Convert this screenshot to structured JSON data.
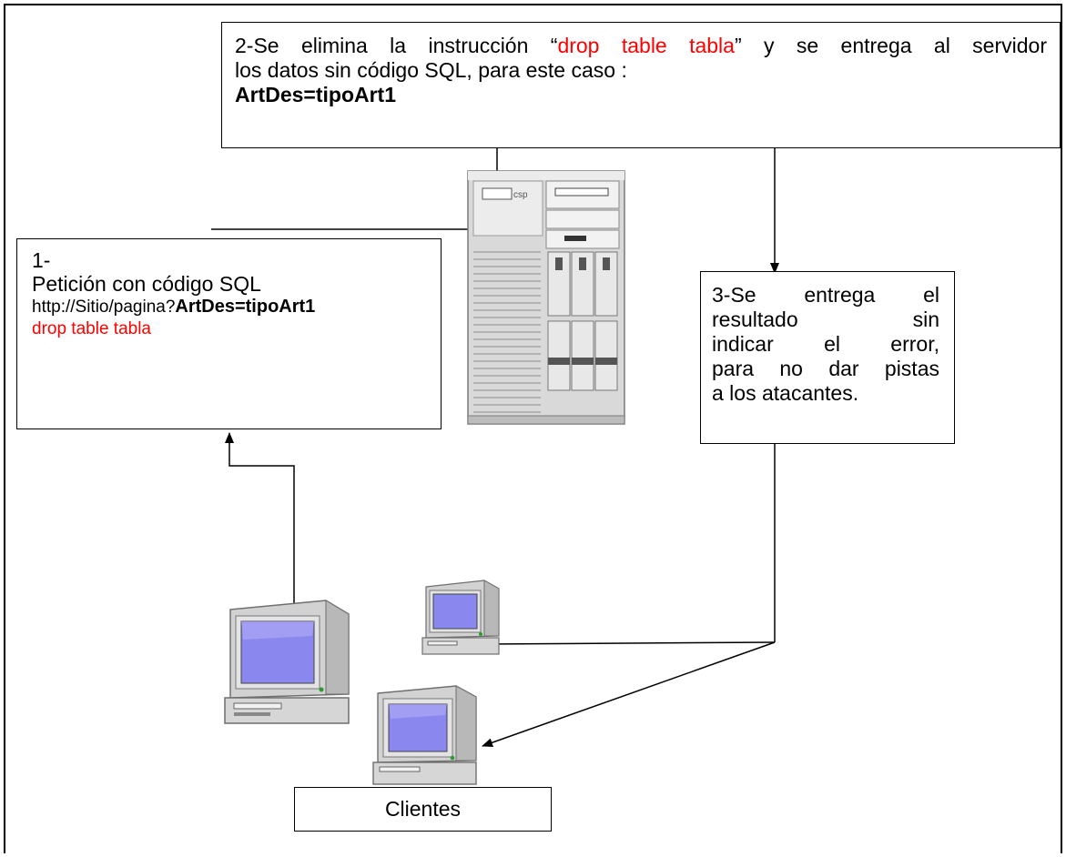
{
  "step2": {
    "line1_a": "2-Se elimina la instrucción “",
    "line1_red": "drop table tabla",
    "line1_b": "” y se entrega al servidor",
    "line2": "los datos sin código SQL, para este caso :",
    "line3_bold": "ArtDes=tipoArt1"
  },
  "step1": {
    "number": "1-",
    "title": "Petición con código SQL",
    "url_prefix": "http://Sitio/pagina?",
    "url_bold": "ArtDes=tipoArt1",
    "injection_red": "drop table tabla"
  },
  "step3": {
    "lines": [
      "3-Se entrega el",
      "resultado sin",
      "indicar el error,",
      "para no dar pistas",
      "a los atacantes."
    ]
  },
  "clients_label": "Clientes",
  "colors": {
    "highlight": "#ff0000",
    "monitor_screen": "#8a88ee",
    "case": "#d4d4d4"
  },
  "devices": [
    "server-tower",
    "client-computer-large",
    "client-computer-small",
    "client-computer-medium"
  ]
}
